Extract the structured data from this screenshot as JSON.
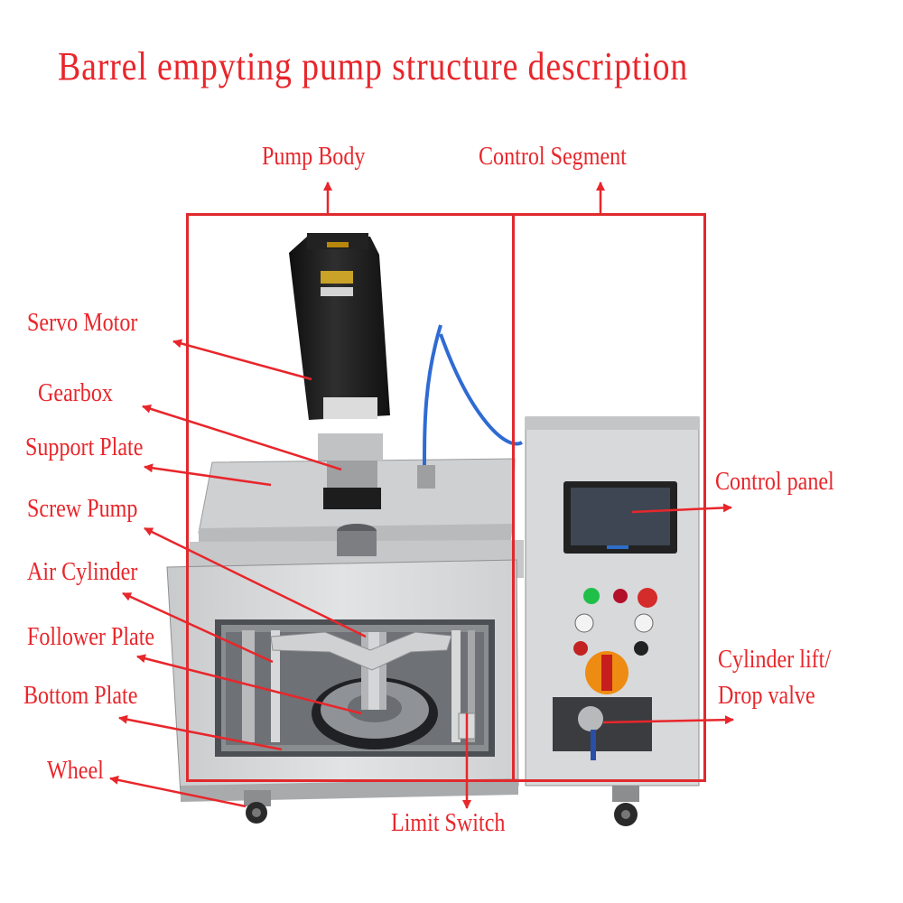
{
  "title": "Barrel empyting pump structure description",
  "groups": {
    "pump_body": "Pump Body",
    "control_segment": "Control Segment"
  },
  "labels": {
    "servo_motor": "Servo Motor",
    "gearbox": "Gearbox",
    "support_plate": "Support Plate",
    "screw_pump": "Screw Pump",
    "air_cylinder": "Air Cylinder",
    "follower_plate": "Follower Plate",
    "bottom_plate": "Bottom Plate",
    "wheel": "Wheel",
    "limit_switch": "Limit Switch",
    "control_panel": "Control panel",
    "cylinder_lift_line1": "Cylinder lift/",
    "cylinder_lift_line2": "Drop valve"
  },
  "colors": {
    "annotation": "#e8262b",
    "frame": "#e02a2e",
    "machine_body": "#d9dadb",
    "motor": "#1b1b1b",
    "screen": "#3d4652"
  }
}
